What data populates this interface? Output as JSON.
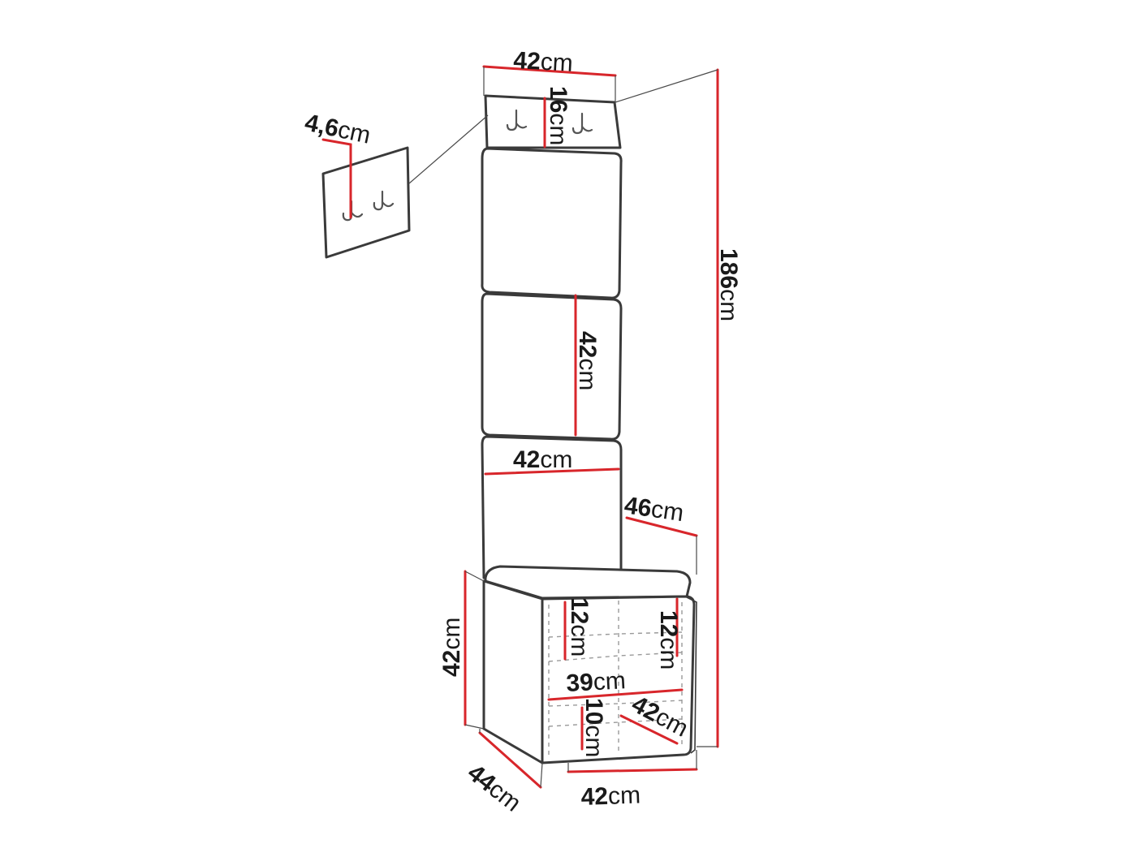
{
  "colors": {
    "outline": "#3a3a3a",
    "dimension": "#d8262b",
    "guide": "#4a4a4a",
    "text": "#1a1a1a"
  },
  "unit": "cm",
  "dimensions": {
    "panel_width": {
      "value": "42"
    },
    "top_panel_height": {
      "value": "16"
    },
    "hook_panel_depth": {
      "value": "4,6"
    },
    "total_height": {
      "value": "186"
    },
    "mid_panel_height": {
      "value": "42"
    },
    "lower_panel_width": {
      "value": "42"
    },
    "bench_depth_top": {
      "value": "46"
    },
    "bench_height": {
      "value": "42"
    },
    "shelf_left_height": {
      "value": "12"
    },
    "shelf_right_height": {
      "value": "12"
    },
    "shelf_width": {
      "value": "39"
    },
    "bottom_shelf_height": {
      "value": "10"
    },
    "shelf_depth": {
      "value": "42"
    },
    "bench_depth": {
      "value": "44"
    },
    "bench_width": {
      "value": "42"
    }
  }
}
